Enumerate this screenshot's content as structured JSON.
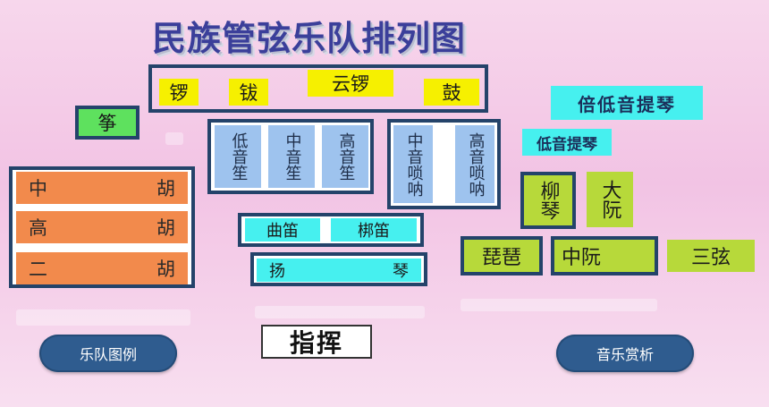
{
  "title": "民族管弦乐队排列图",
  "percussion": {
    "luo": "锣",
    "bo": "钹",
    "yunluo": "云锣",
    "gu": "鼓"
  },
  "zheng": "筝",
  "huqin": {
    "zhonghu": [
      "中",
      "胡"
    ],
    "gaohu": [
      "高",
      "胡"
    ],
    "erhu": [
      "二",
      "胡"
    ]
  },
  "sheng": {
    "low": "低音笙",
    "mid": "中音笙",
    "high": "高音笙"
  },
  "suona": {
    "mid": "中音唢呐",
    "high": "高音唢呐"
  },
  "dizi": {
    "qudi": "曲笛",
    "bangdi": "梆笛"
  },
  "yangqin": [
    "扬",
    "琴"
  ],
  "bass": {
    "beidiyin": "倍低音提琴",
    "diyin": "低音提琴"
  },
  "plucked": {
    "liuqin": "柳琴",
    "daruan": "大阮",
    "pipa": "琵琶",
    "zhongruan": "中阮",
    "sanxian": "三弦"
  },
  "conductor": "指挥",
  "buttons": {
    "legend": "乐队图例",
    "appreciation": "音乐赏析"
  }
}
